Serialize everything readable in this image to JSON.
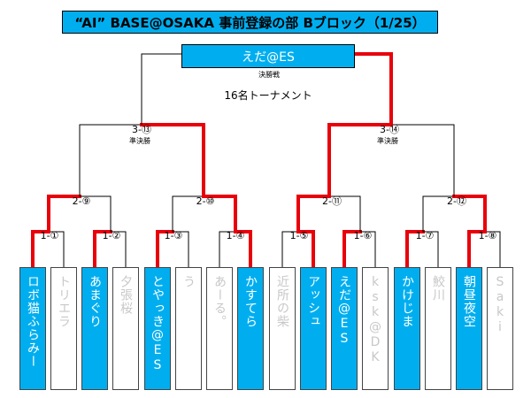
{
  "title": "“AI” BASE@OSAKA 事前登録の部 Bブロック（1/25）",
  "champion": "えだ@ES",
  "final_label": "決勝戦",
  "caption": "16名トーナメント",
  "semifinal_label": "準決勝",
  "match_labels": {
    "sf_left": "3-⑬",
    "sf_right": "3-⑭",
    "qf1": "2-⑨",
    "qf2": "2-⑩",
    "qf3": "2-⑪",
    "qf4": "2-⑫",
    "r1": "1-①",
    "r2": "1-②",
    "r3": "1-③",
    "r4": "1-④",
    "r5": "1-⑤",
    "r6": "1-⑥",
    "r7": "1-⑦",
    "r8": "1-⑧"
  },
  "players": [
    {
      "name": "ロボ猫ふらみー",
      "status": "win"
    },
    {
      "name": "トリエラ",
      "status": "lose"
    },
    {
      "name": "あまぐり",
      "status": "win"
    },
    {
      "name": "夕張桜",
      "status": "lose"
    },
    {
      "name": "とやっき@ES",
      "status": "win"
    },
    {
      "name": "う",
      "status": "lose"
    },
    {
      "name": "あーる。",
      "status": "lose"
    },
    {
      "name": "かすてら",
      "status": "win"
    },
    {
      "name": "近所の柴",
      "status": "lose"
    },
    {
      "name": "アッシュ",
      "status": "win"
    },
    {
      "name": "えだ@ES",
      "status": "win"
    },
    {
      "name": "ksk@DK",
      "status": "lose"
    },
    {
      "name": "かけじま",
      "status": "win"
    },
    {
      "name": "鮫川",
      "status": "lose"
    },
    {
      "name": "朝昼夜空",
      "status": "win"
    },
    {
      "name": "Saki",
      "status": "lose"
    }
  ],
  "colors": {
    "accent": "#00aeef",
    "win_line": "#e8000b",
    "line": "#000000"
  }
}
